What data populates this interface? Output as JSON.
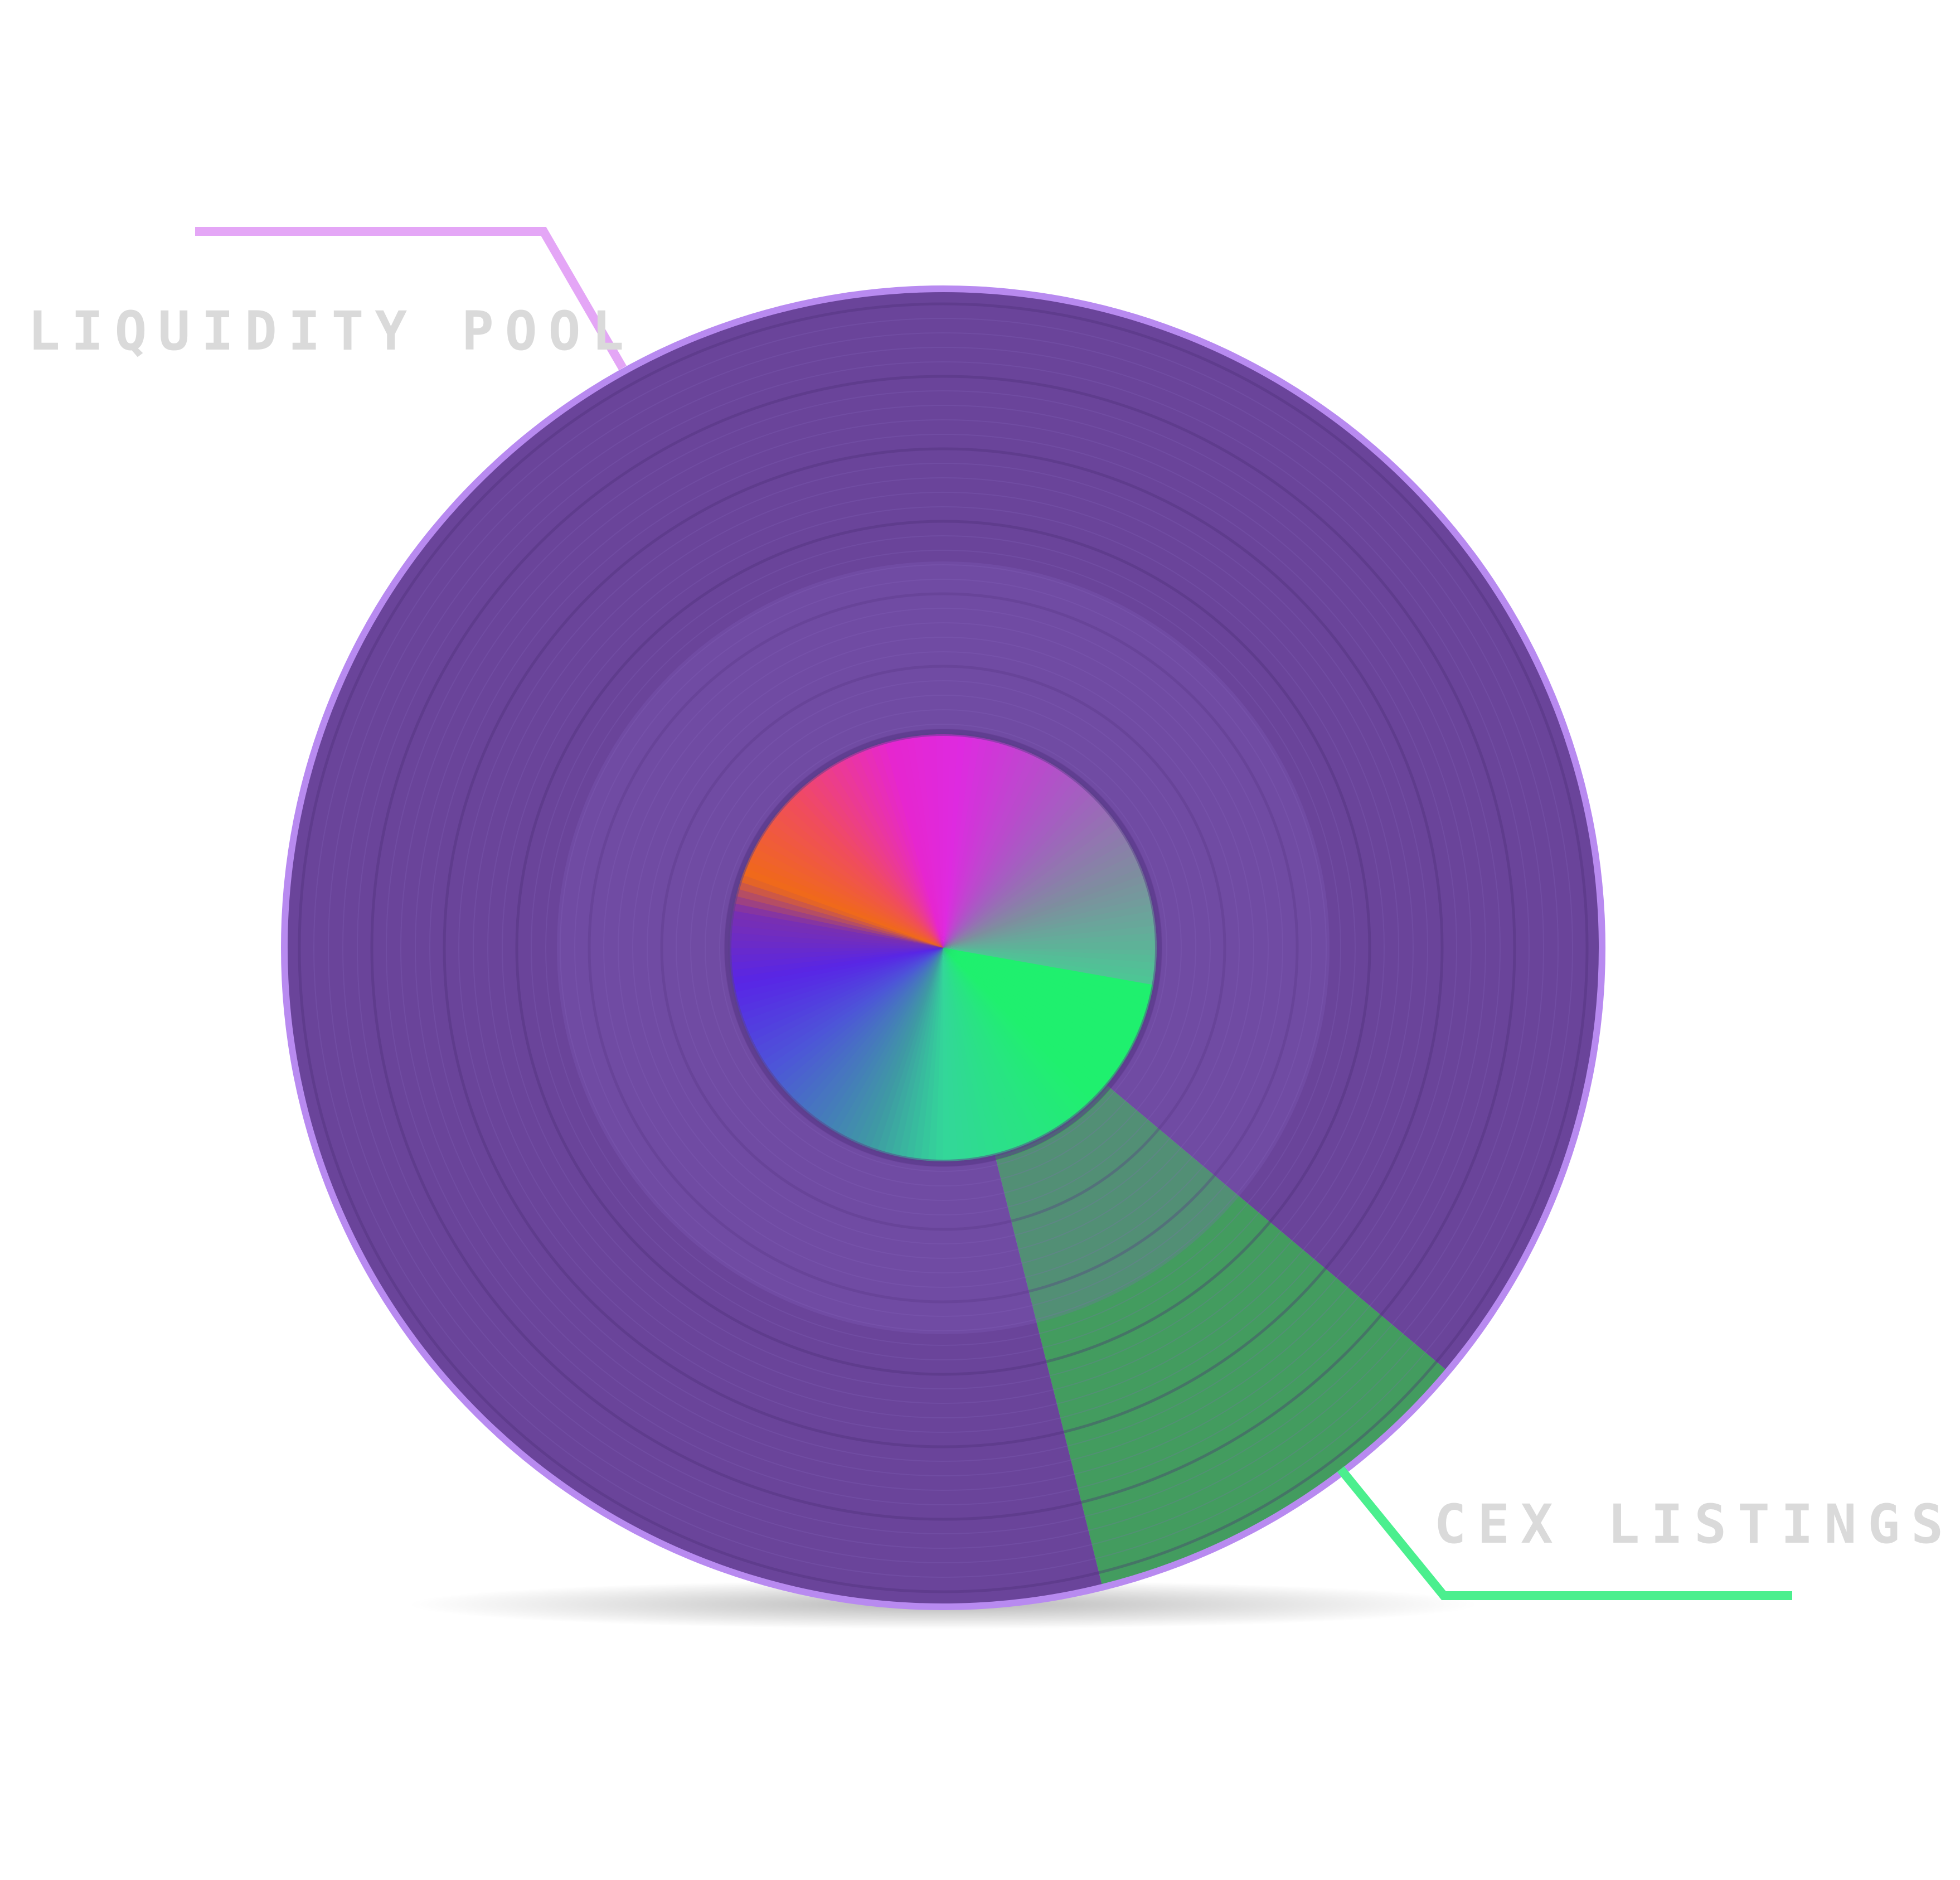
{
  "chart_data": {
    "type": "pie",
    "title": "",
    "slices": [
      {
        "label": "LIQUIDITY POOL",
        "value": 90,
        "color": "#6a449a",
        "leader_color": "#e4a6f6"
      },
      {
        "label": "CEX LISTINGS",
        "value": 10,
        "color": "#439c5f",
        "leader_color": "#4bef8e"
      }
    ],
    "label_color": "#dadada",
    "rim_color": "#b88af0",
    "legend": "none",
    "grid": false
  }
}
